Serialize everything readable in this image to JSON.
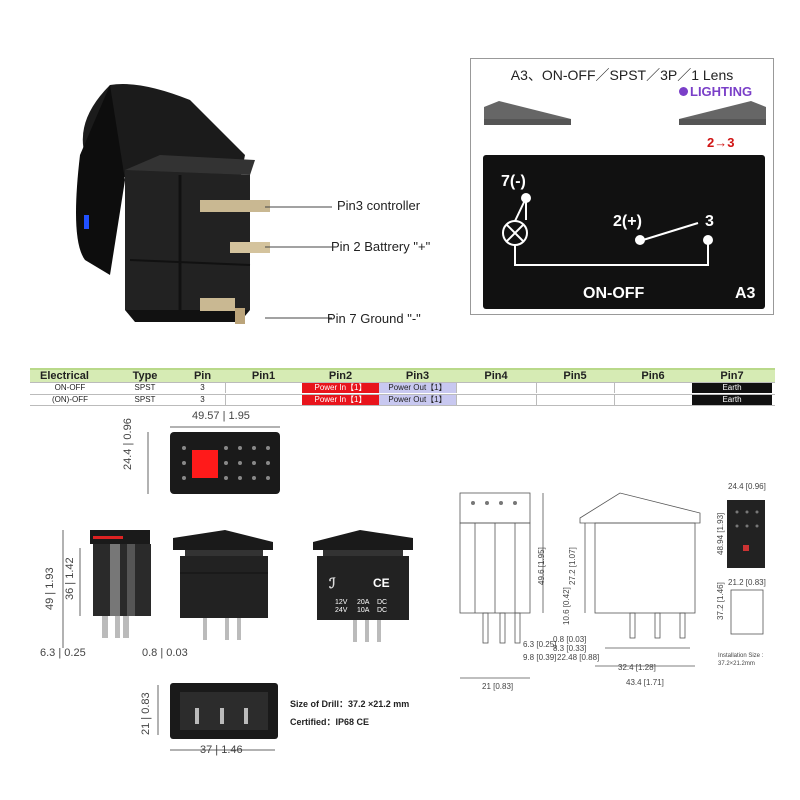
{
  "labels": {
    "pin3": "Pin3 controller",
    "pin2": "Pin 2 Battrery \"+\"",
    "pin7": "Pin 7 Ground \"-\""
  },
  "wiring": {
    "title": "A3、ON-OFF／SPST／3P／1 Lens",
    "lighting": "LIGHTING",
    "direction": "2→3",
    "pin7": "7(-)",
    "pin2": "2(+)",
    "pin3": "3",
    "mode": "ON-OFF",
    "code": "A3"
  },
  "table": {
    "headers": [
      "Electrical",
      "Type",
      "Pin",
      "Pin1",
      "Pin2",
      "Pin3",
      "Pin4",
      "Pin5",
      "Pin6",
      "Pin7"
    ],
    "rows": [
      [
        "ON-OFF",
        "SPST",
        "3",
        "",
        "Power In【1】",
        "Power Out【1】",
        "",
        "",
        "",
        "Earth"
      ],
      [
        "(ON)-OFF",
        "SPST",
        "3",
        "",
        "Power In【1】",
        "Power Out【1】",
        "",
        "",
        "",
        "Earth"
      ]
    ]
  },
  "dims": {
    "top_width": "49.57",
    "top_width_in": "1.95",
    "top_height": "24.4",
    "top_height_in": "0.96",
    "side_total": "49",
    "side_total_in": "1.93",
    "side_body": "36",
    "side_body_in": "1.42",
    "side_pin": "6.3",
    "side_pin_in": "0.25",
    "pin_thick": "0.8",
    "pin_thick_in": "0.03",
    "bottom_height": "21",
    "bottom_height_in": "0.83",
    "bottom_width": "37",
    "bottom_width_in": "1.46"
  },
  "back_marks": {
    "v12": "12V",
    "a20": "20A",
    "dc1": "DC",
    "v24": "24V",
    "a10": "10A",
    "dc2": "DC",
    "ce": "CE"
  },
  "specs": {
    "drill_label": "Size of Drill：",
    "drill_value": "37.2 ×21.2 mm",
    "cert_label": "Certified：",
    "cert_value": "IP68   CE"
  },
  "tech": {
    "d1": "49.6 [1.95]",
    "d2": "27.2 [1.07]",
    "d3": "10.6 [0.42]",
    "d4": "6.3 [0.25]",
    "d5": "9.8 [0.39]",
    "d6": "0.8 [0.03]",
    "d7": "8.3 [0.33]",
    "d8": "22.48 [0.88]",
    "d9": "21 [0.83]",
    "d10": "32.4 [1.28]",
    "d11": "43.4 [1.71]",
    "d12": "24.4 [0.96]",
    "d13": "48.94 [1.93]",
    "d14": "21.2 [0.83]",
    "d15": "37.2 [1.46]",
    "install_label": "Installation Size :",
    "install_value": "37.2×21.2mm"
  },
  "colors": {
    "power_in_bg": "#e8141c",
    "power_out_bg": "#c8c8f0",
    "earth_bg": "#111111",
    "lens_red": "#ff1a1a",
    "lighting": "#7a3fc8",
    "direction": "#d01414"
  }
}
